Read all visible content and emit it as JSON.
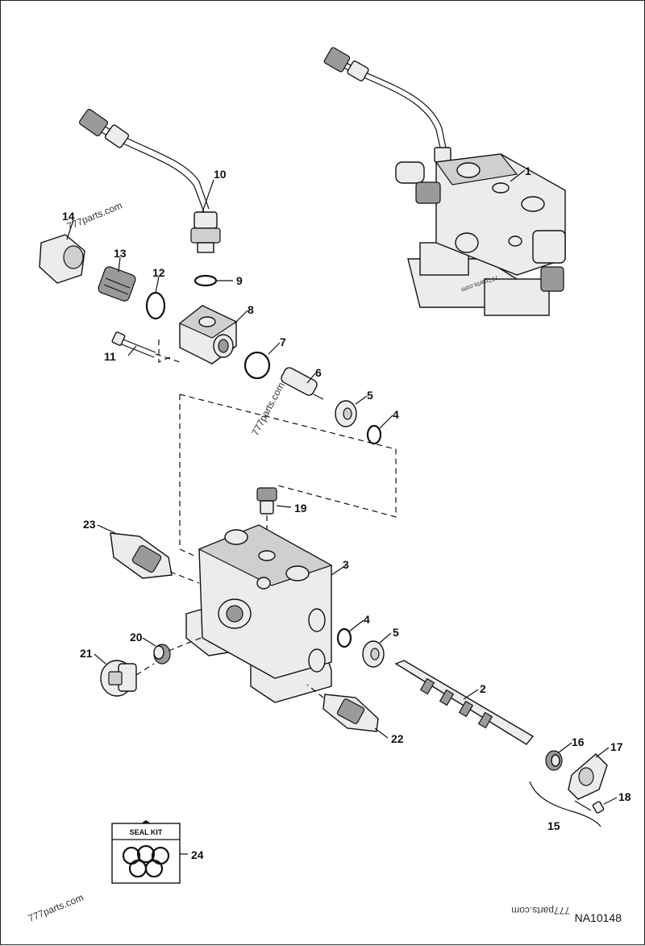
{
  "diagram": {
    "drawing_code": "NA10148",
    "watermarks": [
      "777parts.com",
      "777parts.com",
      "777parts.com",
      "777parts.com"
    ],
    "seal_kit_label": "SEAL KIT",
    "callouts": {
      "c1": "1",
      "c2": "2",
      "c3": "3",
      "c4a": "4",
      "c4b": "4",
      "c5a": "5",
      "c5b": "5",
      "c6": "6",
      "c7": "7",
      "c8": "8",
      "c9": "9",
      "c10": "10",
      "c11": "11",
      "c12": "12",
      "c13": "13",
      "c14": "14",
      "c15": "15",
      "c16": "16",
      "c17": "17",
      "c18": "18",
      "c19": "19",
      "c20": "20",
      "c21": "21",
      "c22": "22",
      "c23": "23",
      "c24": "24"
    }
  }
}
